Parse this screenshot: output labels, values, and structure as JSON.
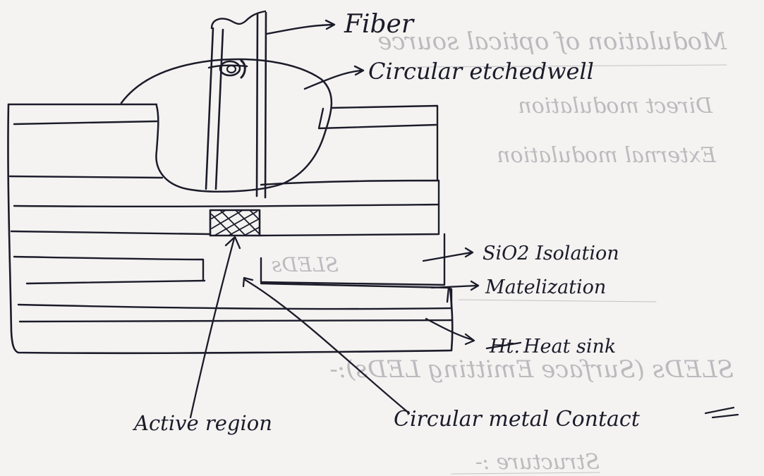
{
  "labels": {
    "fiber": "Fiber",
    "etched_well": "Circular etchedwell",
    "isolation": "SiO2 Isolation",
    "metalization": "Matelization",
    "heat_sink": "Heat sink",
    "active_region": "Active region",
    "metal_contact": "Circular metal Contact"
  },
  "bleed_through": {
    "line1": "Modulation of optical source",
    "line2": "Direct modulation",
    "line3": "External modulation",
    "line4": "SLEDs",
    "line5": "SLEDs (Surface Emitting LEDs):-",
    "line6": "Structure :-"
  }
}
